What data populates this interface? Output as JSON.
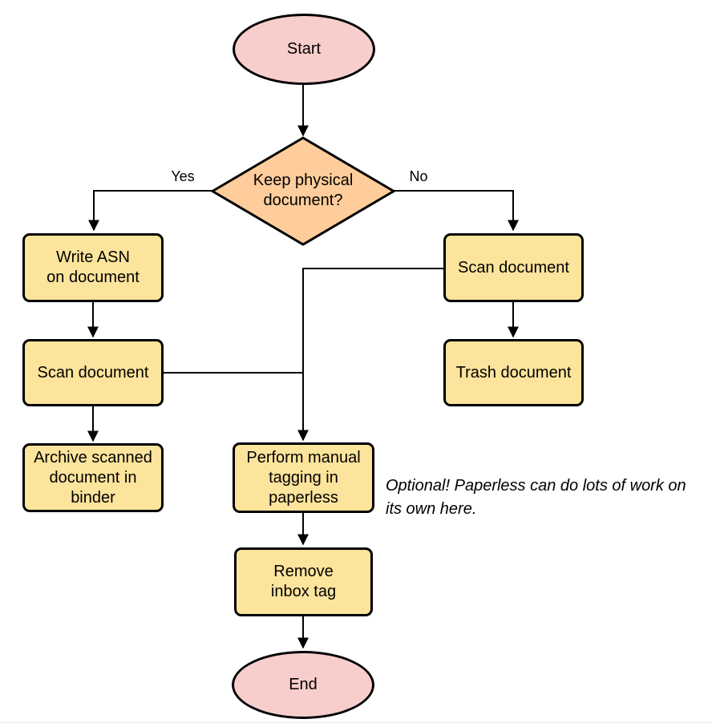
{
  "nodes": {
    "start": {
      "label": "Start",
      "shape": "terminal"
    },
    "decision": {
      "label": "Keep physical\ndocument?",
      "shape": "decision"
    },
    "write_asn": {
      "label": "Write ASN\non document",
      "shape": "process"
    },
    "scan_left": {
      "label": "Scan document",
      "shape": "process"
    },
    "archive": {
      "label": "Archive scanned\ndocument in\nbinder",
      "shape": "process"
    },
    "scan_right": {
      "label": "Scan document",
      "shape": "process"
    },
    "trash": {
      "label": "Trash document",
      "shape": "process"
    },
    "tagging": {
      "label": "Perform manual\ntagging in\npaperless",
      "shape": "process"
    },
    "remove_inbox": {
      "label": "Remove\ninbox tag",
      "shape": "process"
    },
    "end": {
      "label": "End",
      "shape": "terminal"
    }
  },
  "edge_labels": {
    "yes": "Yes",
    "no": "No"
  },
  "annotation": {
    "text": "Optional! Paperless can do lots of work on\nits own here."
  },
  "colors": {
    "terminal_fill": "#F8CECC",
    "decision_fill": "#FFCD9B",
    "process_fill": "#FCE49C",
    "border_color": "#000000",
    "annotation_color": "#000000"
  }
}
